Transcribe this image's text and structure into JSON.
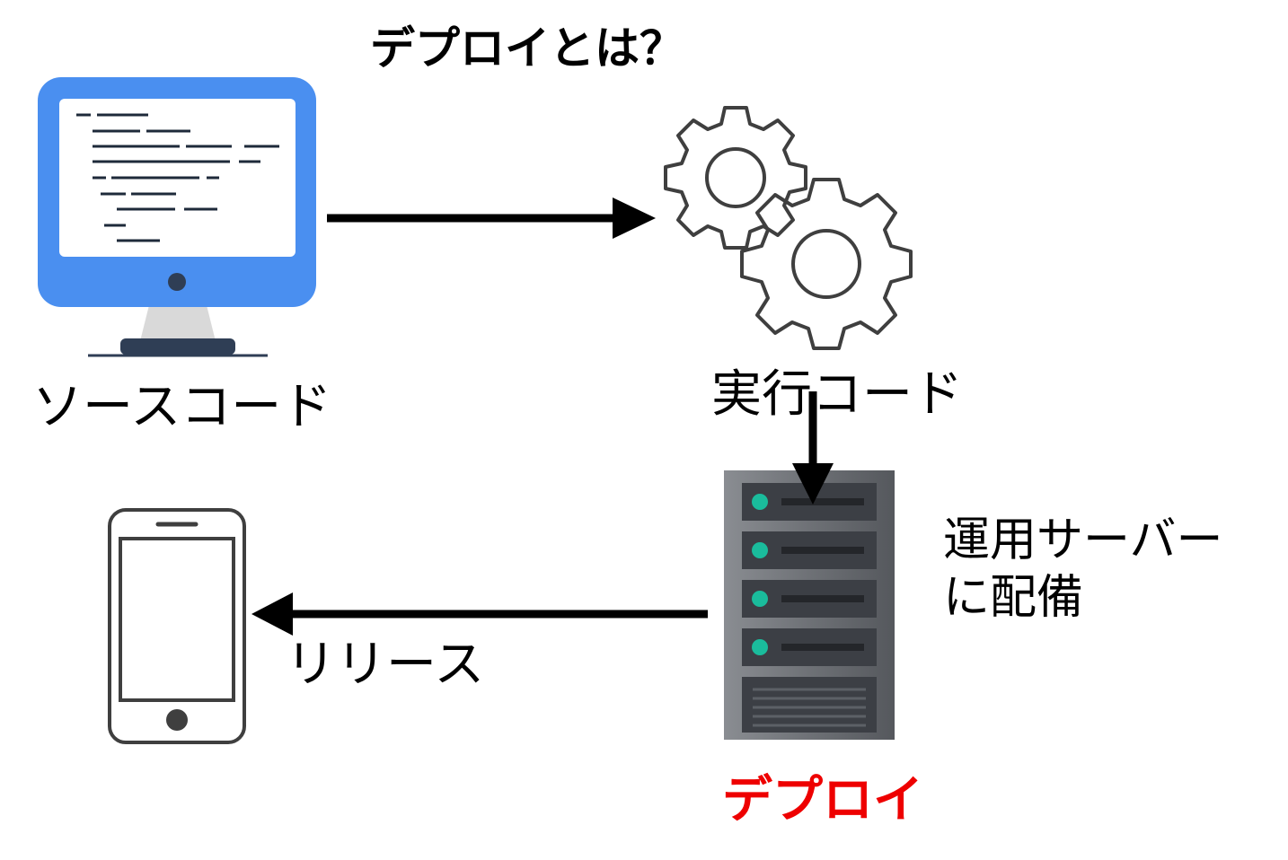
{
  "title": "デプロイとは？",
  "nodes": {
    "source_code": {
      "label": "ソースコード",
      "icon": "monitor-code-icon"
    },
    "executable_code": {
      "label": "実行コード",
      "icon": "gears-icon"
    },
    "server": {
      "label_line1": "運用サーバー",
      "label_line2": "に配備",
      "icon": "server-rack-icon"
    },
    "device": {
      "icon": "smartphone-icon"
    }
  },
  "edges": {
    "release_label": "リリース"
  },
  "highlight": {
    "label": "デプロイ",
    "color": "#ee0000"
  },
  "colors": {
    "monitor_blue": "#4a8ff0",
    "server_dark": "#3c3f45",
    "server_led": "#1abc9c"
  }
}
